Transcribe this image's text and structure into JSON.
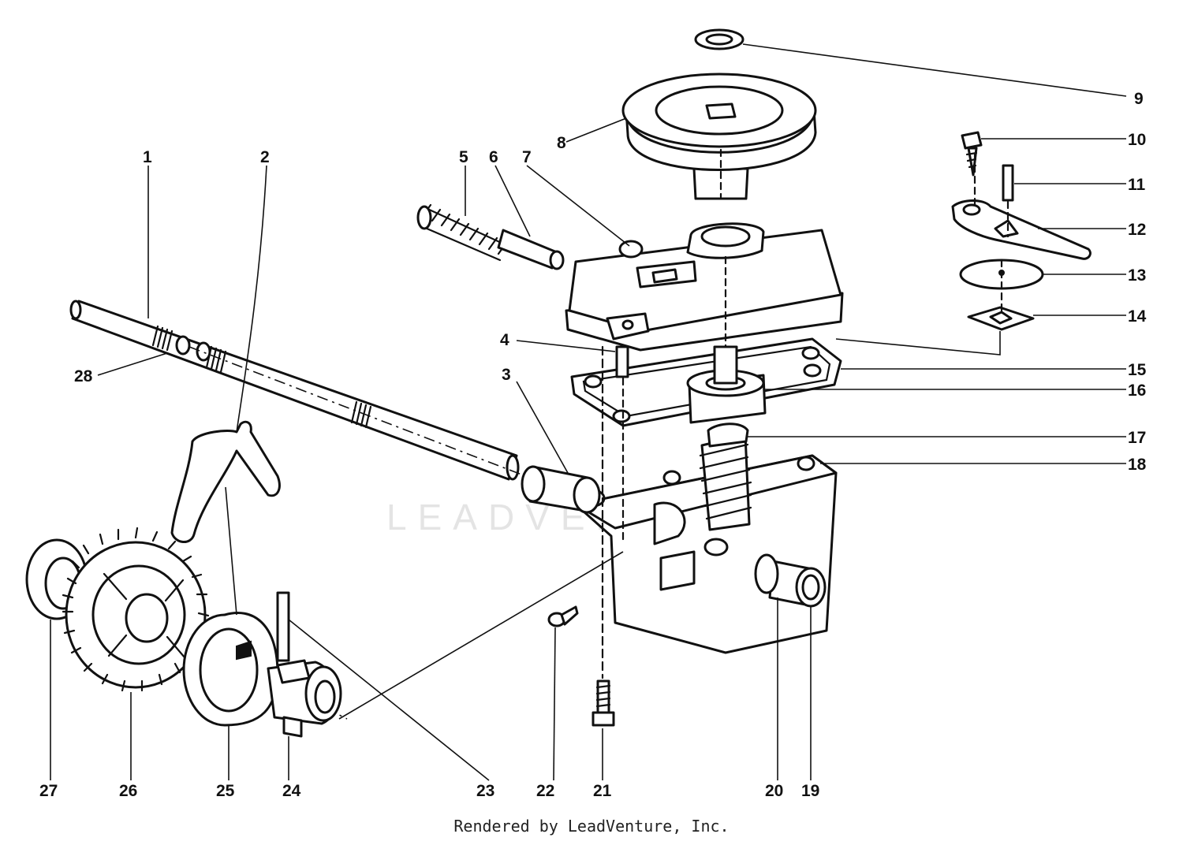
{
  "watermark": "LEADVENTURE",
  "credit": "Rendered by LeadVenture, Inc.",
  "callouts": {
    "c1": "1",
    "c2": "2",
    "c3": "3",
    "c4": "4",
    "c5": "5",
    "c6": "6",
    "c7": "7",
    "c8": "8",
    "c9": "9",
    "c10": "10",
    "c11": "11",
    "c12": "12",
    "c13": "13",
    "c14": "14",
    "c15": "15",
    "c16": "16",
    "c17": "17",
    "c18": "18",
    "c19": "19",
    "c20": "20",
    "c21": "21",
    "c22": "22",
    "c23": "23",
    "c24": "24",
    "c25": "25",
    "c26": "26",
    "c27": "27",
    "c28": "28"
  }
}
